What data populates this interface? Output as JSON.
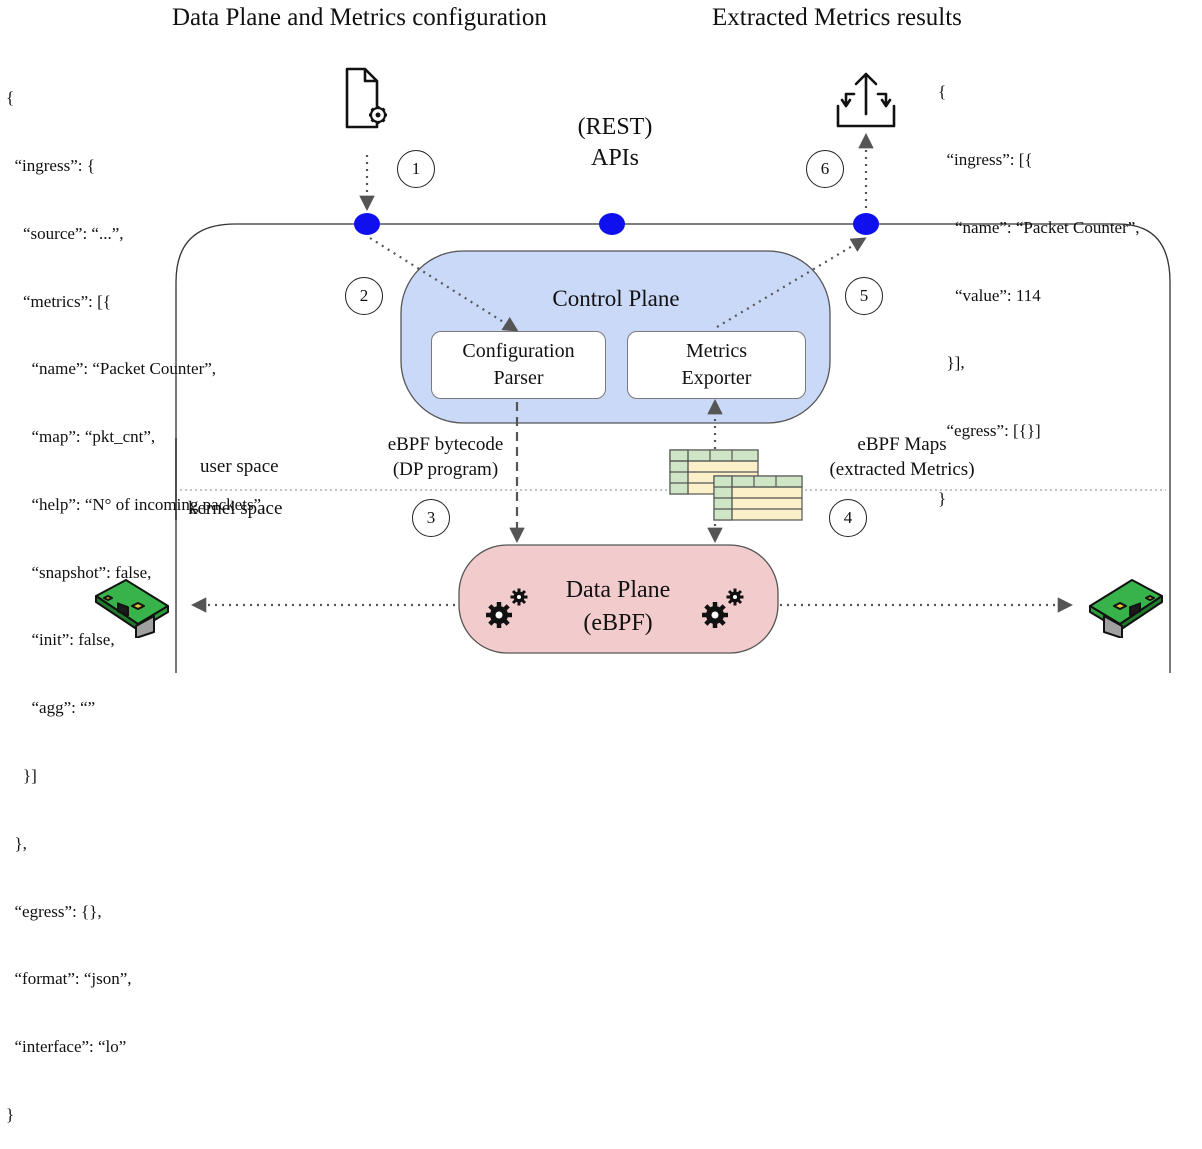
{
  "titles": {
    "left": "Data Plane and Metrics configuration",
    "right": "Extracted Metrics results"
  },
  "config_json": [
    "{",
    "  “ingress”: {",
    "    “source”: “...”,",
    "    “metrics”: [{",
    "      “name”: “Packet Counter”,",
    "      “map”: “pkt_cnt”,",
    "      “help”: “N° of incoming packets”,",
    "      “snapshot”: false,",
    "      “init”: false,",
    "      “agg”: “”",
    "    }]",
    "  },",
    "  “egress”: {},",
    "  “format”: “json”,",
    "  “interface”: “lo”",
    "}"
  ],
  "result_json": [
    "{",
    "  “ingress”: [{",
    "    “name”: “Packet Counter”,",
    "    “value”: 114",
    "  }],",
    "  “egress”: [{}]",
    "}"
  ],
  "api_label": [
    "(REST)",
    "APIs"
  ],
  "control_plane": {
    "title": "Control Plane",
    "config_parser": [
      "Configuration",
      "Parser"
    ],
    "metrics_exporter": [
      "Metrics",
      "Exporter"
    ]
  },
  "data_plane": [
    "Data Plane",
    "(eBPF)"
  ],
  "labels": {
    "bytecode": [
      "eBPF bytecode",
      "(DP program)"
    ],
    "maps": [
      "eBPF Maps",
      "(extracted Metrics)"
    ],
    "user_space": "user space",
    "kernel_space": "kernel space"
  },
  "steps": [
    "1",
    "2",
    "3",
    "4",
    "5",
    "6"
  ],
  "icons": {
    "config_file": "file-gear-icon",
    "export": "export-icon",
    "tables": "table-icon",
    "nic": "network-card-icon",
    "gears": "gears-icon"
  },
  "colors": {
    "api_dot": "#1010ee",
    "control_plane_fill": "#c9d9f7",
    "data_plane_fill": "#f2cccc"
  }
}
